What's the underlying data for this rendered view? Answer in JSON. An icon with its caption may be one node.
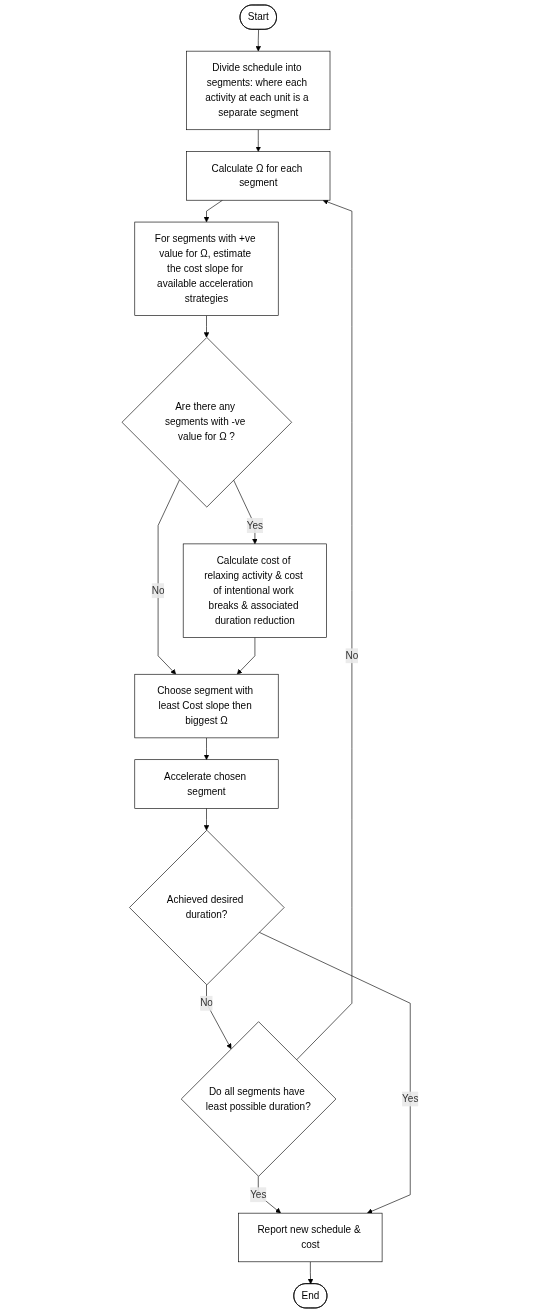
{
  "diagram": {
    "nodes": [
      {
        "text": [
          "Start"
        ]
      },
      {
        "text": [
          "Divide schedule into segments: where each activity at each unit is a separate segment"
        ]
      },
      {
        "text": [
          "Calculate Ω for each segment"
        ]
      },
      {
        "text": [
          "For segments with +ve value for Ω, estimate the cost slope for available acceleration strategies"
        ]
      },
      {
        "text": [
          "Are there any segments with -ve value for Ω ?"
        ]
      },
      {
        "text": [
          "Calculate cost of relaxing activity & cost of intentional work breaks & associated duration reduction"
        ]
      },
      {
        "text": [
          "Choose segment with least Cost slope then biggest Ω"
        ]
      },
      {
        "text": [
          "Accelerate chosen segment"
        ]
      },
      {
        "text": [
          "Achieved desired duration?"
        ]
      },
      {
        "text": [
          "Do all segments have least possible duration?"
        ]
      },
      {
        "text": [
          "Report new schedule & cost"
        ]
      },
      {
        "text": [
          "End"
        ]
      }
    ],
    "edges": [
      {
        "from": 0,
        "to": 1,
        "arrow": "to"
      },
      {
        "from": 1,
        "to": 2,
        "arrow": "to"
      },
      {
        "from": 2,
        "to": 3,
        "arrow": "to"
      },
      {
        "from": 3,
        "to": 4,
        "arrow": "to"
      },
      {
        "from": 4,
        "to": 5,
        "arrow": "to",
        "label": "Yes"
      },
      {
        "from": 4,
        "to": 6,
        "arrow": "to",
        "label": "No"
      },
      {
        "from": 5,
        "to": 6,
        "arrow": "to"
      },
      {
        "from": 6,
        "to": 7,
        "arrow": "to"
      },
      {
        "from": 7,
        "to": 8,
        "arrow": "to"
      },
      {
        "from": 8,
        "to": 9,
        "arrow": "to",
        "label": "No"
      },
      {
        "from": 9,
        "to": 2,
        "arrow": "to",
        "label": "No"
      },
      {
        "from": 9,
        "to": 10,
        "arrow": "to",
        "label": "Yes"
      },
      {
        "from": 8,
        "to": 10,
        "arrow": "to",
        "label": "Yes"
      },
      {
        "from": 10,
        "to": 11,
        "arrow": "to"
      }
    ]
  }
}
